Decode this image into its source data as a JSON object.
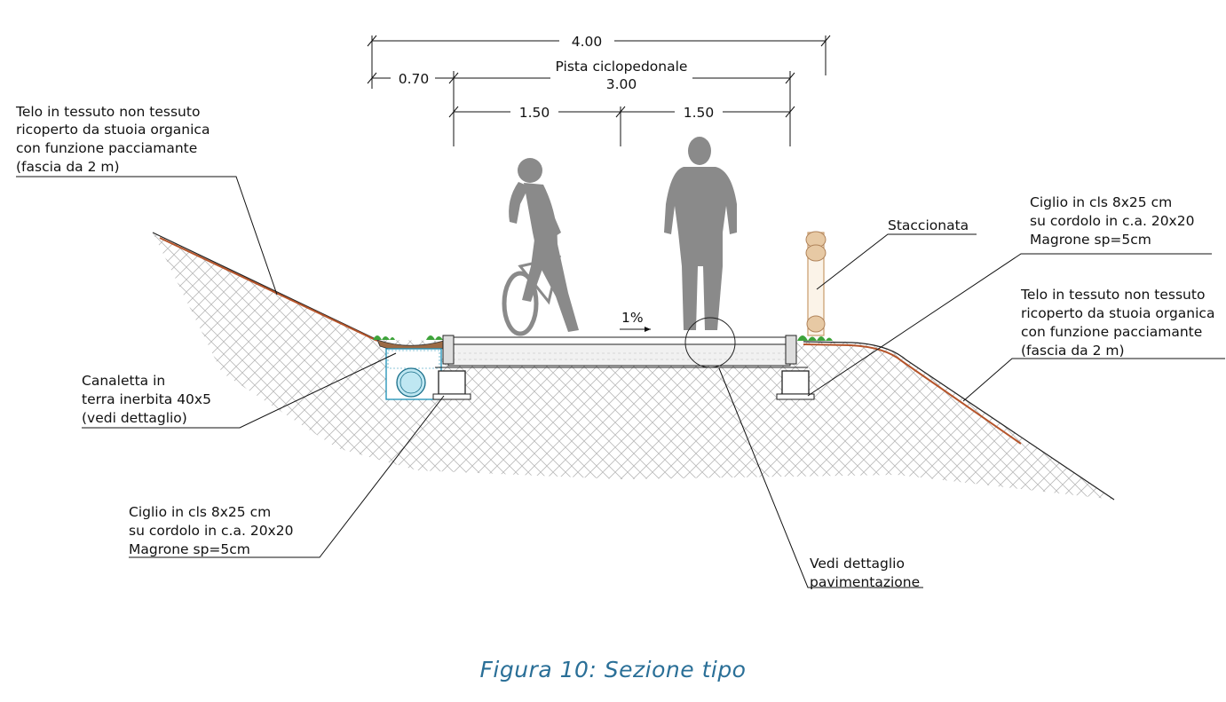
{
  "dimensions": {
    "total": "4.00",
    "ditch": "0.70",
    "path_label": "Pista ciclopedonale",
    "path_width": "3.00",
    "half_left": "1.50",
    "half_right": "1.50"
  },
  "slope": "1%",
  "labels": {
    "telo_left": [
      "Telo in tessuto non tessuto",
      "ricoperto da stuoia organica",
      "con funzione pacciamante",
      "(fascia da 2  m)"
    ],
    "canaletta": [
      "Canaletta in",
      "terra inerbita 40x5",
      "(vedi dettaglio)"
    ],
    "ciglio_left": [
      "Ciglio in cls 8x25 cm",
      "su cordolo in c.a. 20x20",
      "Magrone sp=5cm"
    ],
    "vedi_pav": [
      "Vedi dettaglio",
      "pavimentazione"
    ],
    "staccionata": "Staccionata",
    "ciglio_right": [
      "Ciglio in cls 8x25  cm",
      "su cordolo in c.a. 20x20",
      "Magrone sp=5cm"
    ],
    "telo_right": [
      "Telo in tessuto non tessuto",
      "ricoperto da stuoia organica",
      "con funzione pacciamante",
      "(fascia da 2  m)"
    ]
  },
  "caption": "Figura 10: Sezione tipo",
  "colors": {
    "ground_line": "#b5542a",
    "grass": "#3ea33a",
    "soil_ditch": "#9b6a45",
    "pipe_fill": "#bfe7f2",
    "silhouette": "#8a8a8a",
    "caption": "#2a6f97"
  }
}
